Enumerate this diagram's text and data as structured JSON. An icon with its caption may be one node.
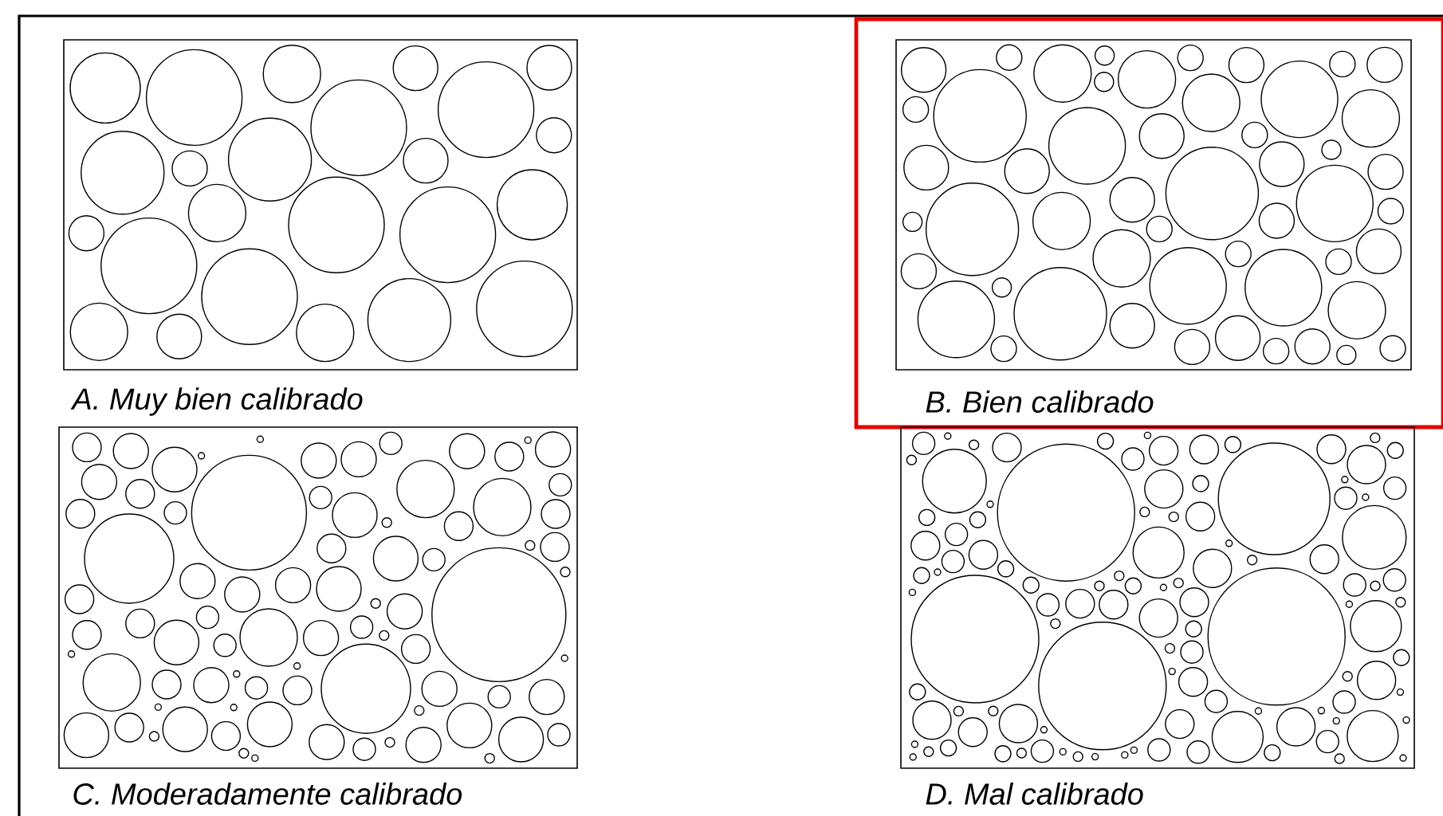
{
  "diagram": {
    "nodes": [
      {
        "text": [
          "A. Muy bien calibrado"
        ]
      },
      {
        "text": [
          "B. Bien calibrado"
        ]
      },
      {
        "text": [
          "C. Moderadamente calibrado"
        ]
      },
      {
        "text": [
          "D. Mal calibrado"
        ]
      }
    ]
  }
}
